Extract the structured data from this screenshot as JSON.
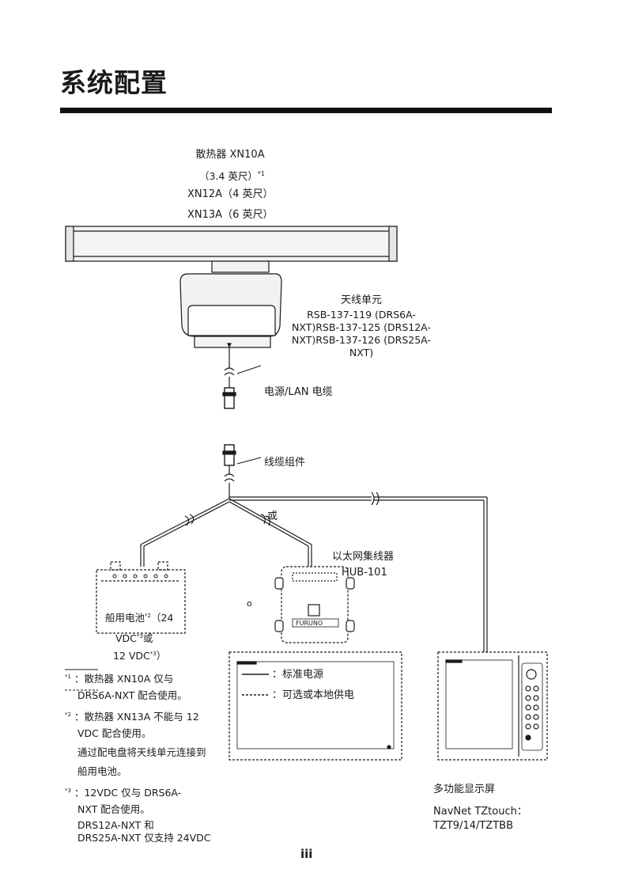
{
  "page": {
    "title": "系统配置",
    "page_number": "iii"
  },
  "diagram": {
    "radiator": {
      "line1": "散热器 XN10A",
      "line2": "（3.4 英尺）",
      "line2_note": "*1",
      "line3": "XN12A（4 英尺）",
      "line4": "XN13A（6 英尺）"
    },
    "antenna_unit": {
      "title": "天线单元",
      "models": "RSB-137-119 (DRS6A-\nNXT)RSB-137-125 (DRS12A-\nNXT)RSB-137-126 (DRS25A-\nNXT)"
    },
    "power_lan_cable": "电源/LAN 电缆",
    "cable_assembly": "线缆组件",
    "or_label": "或",
    "hub": {
      "title": "以太网集线器",
      "model": "HUB-101",
      "panel_label": "FURUNO"
    },
    "dot_mark": "o",
    "battery": {
      "line1": "船用电池",
      "note1": "*2",
      "line1b": "（24",
      "line2": "VDC",
      "note2": "*3",
      "line2b": "或",
      "line3": "12 VDC",
      "note3": "*3",
      "line3b": "）"
    },
    "legend": {
      "standard_power": "：标准电源",
      "optional_power": "：可选或本地供电"
    },
    "mfd": {
      "title": "多功能显示屏",
      "line2": "NavNet TZtouch：",
      "line3": "TZT9/14/TZTBB"
    }
  },
  "footnotes": [
    {
      "mark": "*1",
      "text": "：散热器 XN10A 仅与"
    },
    {
      "mark": "",
      "text": "DRS6A-NXT 配合使用。"
    },
    {
      "mark": "*2",
      "text": "：散热器 XN13A 不能与 12"
    },
    {
      "mark": "",
      "text": "VDC 配合使用。"
    },
    {
      "mark": "",
      "text": "通过配电盘将天线单元连接到"
    },
    {
      "mark": "",
      "text": "船用电池。"
    },
    {
      "mark": "*3",
      "text": "：12VDC 仅与 DRS6A-"
    },
    {
      "mark": "",
      "text": "NXT 配合使用。"
    },
    {
      "mark": "",
      "text": "DRS12A-NXT 和"
    },
    {
      "mark": "",
      "text": "DRS25A-NXT 仅支持 24VDC"
    }
  ],
  "colors": {
    "ink": "#1a1a1a",
    "rule": "#111111",
    "housing_fill": "#f2f2f2"
  }
}
